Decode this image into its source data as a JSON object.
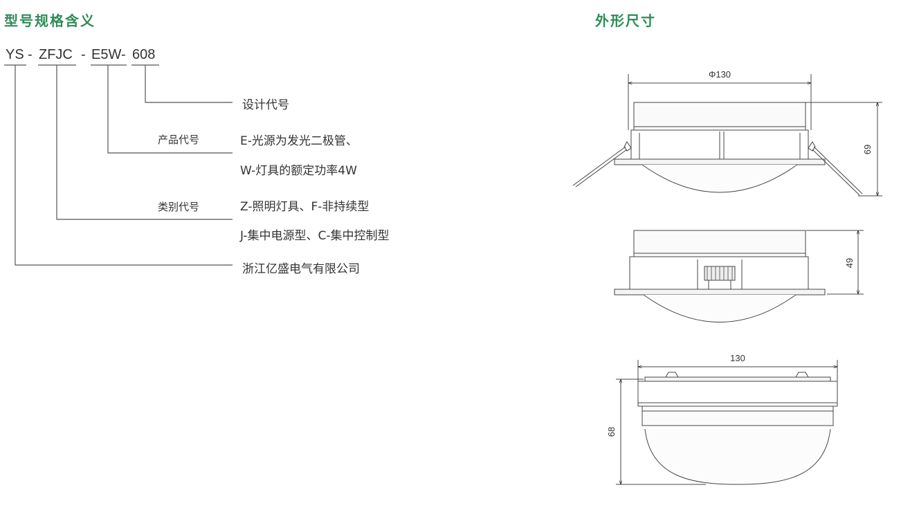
{
  "left": {
    "title": "型号规格含义",
    "code": {
      "p1": "YS",
      "sep1": "-",
      "p2": "ZFJC",
      "sep2": "-",
      "p3": "E5W-",
      "p4": "608"
    },
    "rows": {
      "design": "设计代号",
      "product_label": "产品代号",
      "product_line1": "E-光源为发光二极管、",
      "product_line2": "W-灯具的额定功率4W",
      "category_label": "类别代号",
      "category_line1": "Z-照明灯具、F-非持续型",
      "category_line2": "J-集中电源型、C-集中控制型",
      "company": "浙江亿盛电气有限公司"
    }
  },
  "right": {
    "title": "外形尺寸",
    "views": {
      "top_width": "Φ130",
      "top_height": "69",
      "middle_height": "49",
      "bottom_width": "130",
      "bottom_height": "68"
    }
  }
}
